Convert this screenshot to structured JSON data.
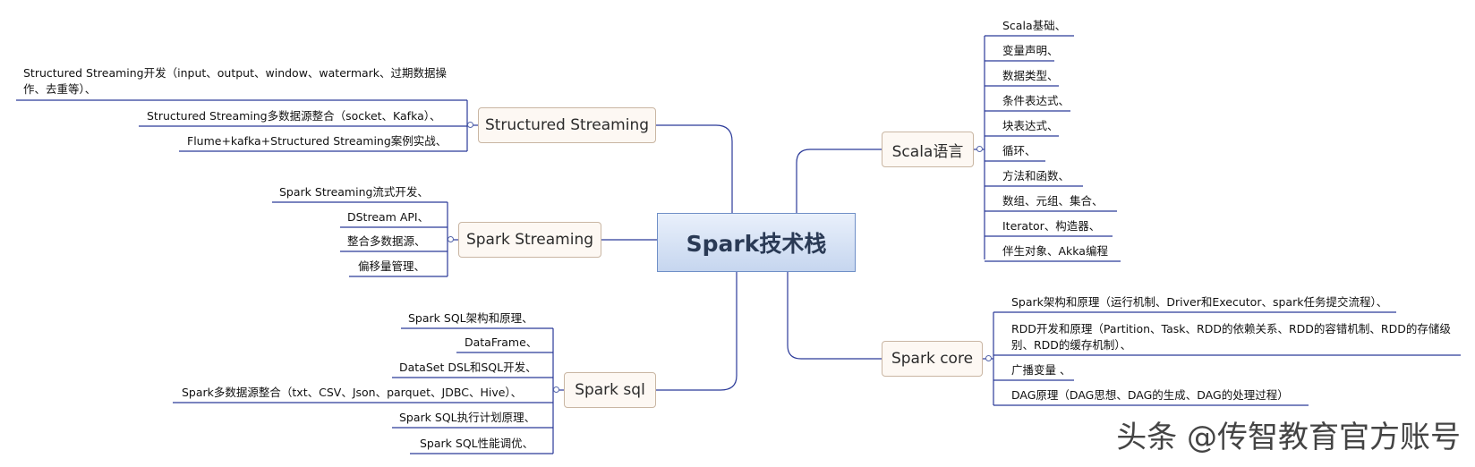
{
  "central": {
    "label": "Spark技术栈"
  },
  "branches": {
    "structured_streaming": {
      "label": "Structured Streaming",
      "leaves": [
        "Structured Streaming开发（input、output、window、watermark、过期数据操作、去重等）、",
        "Structured Streaming多数据源整合（socket、Kafka）、",
        "Flume+kafka+Structured Streaming案例实战、"
      ]
    },
    "spark_streaming": {
      "label": "Spark Streaming",
      "leaves": [
        "Spark Streaming流式开发、",
        "DStream API、",
        "整合多数据源、",
        "偏移量管理、"
      ]
    },
    "spark_sql": {
      "label": "Spark sql",
      "leaves": [
        "Spark SQL架构和原理、",
        "DataFrame、",
        "DataSet DSL和SQL开发、",
        "Spark多数据源整合（txt、CSV、Json、parquet、JDBC、Hive）、",
        "Spark SQL执行计划原理、",
        "Spark SQL性能调优、"
      ]
    },
    "scala": {
      "label": "Scala语言",
      "leaves": [
        "Scala基础、",
        "变量声明、",
        "数据类型、",
        "条件表达式、",
        "块表达式、",
        "循环、",
        "方法和函数、",
        "数组、元组、集合、",
        "Iterator、构造器、",
        "伴生对象、Akka编程"
      ]
    },
    "spark_core": {
      "label": "Spark core",
      "leaves": [
        "Spark架构和原理（运行机制、Driver和Executor、spark任务提交流程）、",
        "RDD开发和原理（Partition、Task、RDD的依赖关系、RDD的容错机制、RDD的存储级别、RDD的缓存机制）、",
        "广播变量 、",
        "DAG原理（DAG思想、DAG的生成、DAG的处理过程）"
      ]
    }
  },
  "watermark": "头条 @传智教育官方账号",
  "colors": {
    "line": "#2b3a99",
    "node_border": "#c9b6a3",
    "central_border": "#6f8fc7"
  }
}
